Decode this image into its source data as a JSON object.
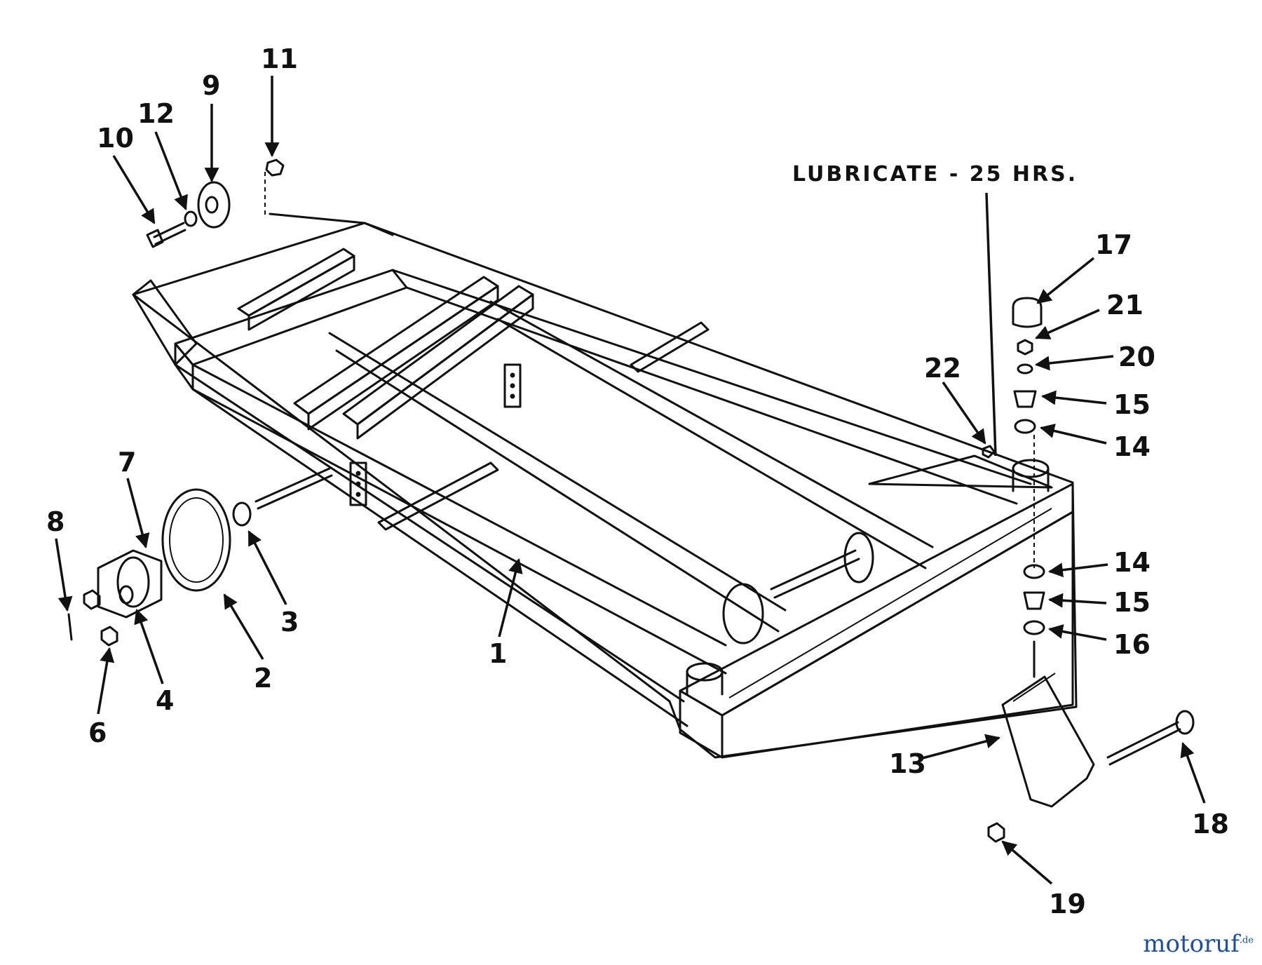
{
  "note": "LUBRICATE - 25 HRS.",
  "watermark": {
    "brand": "motoruf",
    "suffix": ".de",
    "color": "#1a4f9c"
  },
  "callouts": [
    {
      "id": "c1",
      "label": "1"
    },
    {
      "id": "c2",
      "label": "2"
    },
    {
      "id": "c3",
      "label": "3"
    },
    {
      "id": "c4",
      "label": "4"
    },
    {
      "id": "c6",
      "label": "6"
    },
    {
      "id": "c7",
      "label": "7"
    },
    {
      "id": "c8",
      "label": "8"
    },
    {
      "id": "c9",
      "label": "9"
    },
    {
      "id": "c10",
      "label": "10"
    },
    {
      "id": "c11",
      "label": "11"
    },
    {
      "id": "c12",
      "label": "12"
    },
    {
      "id": "c13",
      "label": "13"
    },
    {
      "id": "c14a",
      "label": "14"
    },
    {
      "id": "c14b",
      "label": "14"
    },
    {
      "id": "c15a",
      "label": "15"
    },
    {
      "id": "c15b",
      "label": "15"
    },
    {
      "id": "c16",
      "label": "16"
    },
    {
      "id": "c17",
      "label": "17"
    },
    {
      "id": "c18",
      "label": "18"
    },
    {
      "id": "c19",
      "label": "19"
    },
    {
      "id": "c20",
      "label": "20"
    },
    {
      "id": "c21",
      "label": "21"
    },
    {
      "id": "c22",
      "label": "22"
    }
  ]
}
